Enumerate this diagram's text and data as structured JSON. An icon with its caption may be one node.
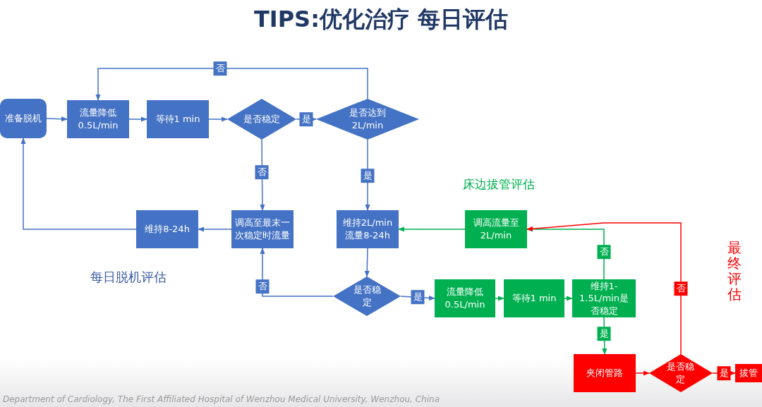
{
  "diagram": {
    "title": "TIPS:优化治疗 每日评估",
    "nodes": [
      {
        "text": [
          "准备脱机"
        ]
      },
      {
        "text": [
          "流量降低 0.5L/min"
        ]
      },
      {
        "text": [
          "等待1 min"
        ]
      },
      {
        "text": [
          "是否稳定"
        ]
      },
      {
        "text": [
          "是否达到 2L/min"
        ]
      },
      {
        "text": [
          "调高至最末一次稳定时流量"
        ]
      },
      {
        "text": [
          "维持8-24h"
        ]
      },
      {
        "text": [
          "维持2L/min 流量8-24h"
        ]
      },
      {
        "text": [
          "是否稳定"
        ]
      },
      {
        "text": [
          "流量降低 0.5L/min"
        ]
      },
      {
        "text": [
          "等待1 min"
        ]
      },
      {
        "text": [
          "维持1-1.5L/min是否稳定"
        ]
      },
      {
        "text": [
          "调高流量至 2L/min"
        ]
      },
      {
        "text": [
          "夹闭管路"
        ]
      },
      {
        "text": [
          "是否稳定"
        ]
      },
      {
        "text": [
          "拔管"
        ]
      }
    ],
    "edges": [
      {
        "from": 0,
        "to": 1,
        "arrow": "to"
      },
      {
        "from": 1,
        "to": 2,
        "arrow": "to"
      },
      {
        "from": 2,
        "to": 3,
        "arrow": "to"
      },
      {
        "from": 3,
        "to": 4,
        "arrow": "to",
        "label": "是"
      },
      {
        "from": 4,
        "to": 1,
        "arrow": "to",
        "label": "否"
      },
      {
        "from": 3,
        "to": 5,
        "arrow": "to",
        "label": "否"
      },
      {
        "from": 4,
        "to": 7,
        "arrow": "to",
        "label": "是"
      },
      {
        "from": 5,
        "to": 6,
        "arrow": "to"
      },
      {
        "from": 6,
        "to": 0,
        "arrow": "to"
      },
      {
        "from": 7,
        "to": 8,
        "arrow": "to"
      },
      {
        "from": 8,
        "to": 5,
        "arrow": "to",
        "label": "否"
      },
      {
        "from": 8,
        "to": 9,
        "arrow": "to",
        "label": "是"
      },
      {
        "from": 9,
        "to": 10,
        "arrow": "to",
        "color": "#00b050"
      },
      {
        "from": 10,
        "to": 11,
        "arrow": "to",
        "color": "#00b050"
      },
      {
        "from": 11,
        "to": 12,
        "arrow": "to",
        "label": "否",
        "color": "#00b050"
      },
      {
        "from": 12,
        "to": 7,
        "arrow": "to",
        "color": "#00b050"
      },
      {
        "from": 11,
        "to": 13,
        "arrow": "to",
        "label": "是",
        "color": "#00b050"
      },
      {
        "from": 13,
        "to": 14,
        "arrow": "to",
        "color": "#ff0000"
      },
      {
        "from": 14,
        "to": 12,
        "arrow": "to",
        "label": "否",
        "color": "#ff0000"
      },
      {
        "from": 14,
        "to": 15,
        "arrow": "to",
        "label": "是",
        "color": "#ff0000"
      }
    ],
    "labels": [
      "每日脱机评估",
      "床边拔管评估",
      "最终评估",
      "Department of Cardiology, The First Affiliated Hospital of Wenzhou Medical University, Wenzhou, China"
    ]
  }
}
